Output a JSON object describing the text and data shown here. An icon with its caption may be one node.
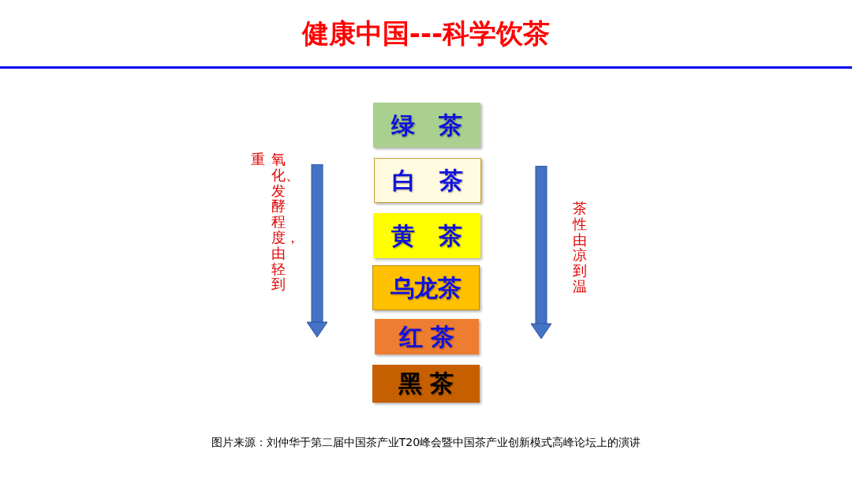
{
  "diagram": {
    "title": "健康中国---科学饮茶",
    "caption": "图片来源：刘仲华于第二届中国茶产业T20峰会暨中国茶产业创新模式高峰论坛上的演讲",
    "nodes": [
      {
        "text": [
          "绿　茶"
        ]
      },
      {
        "text": [
          "白　茶"
        ]
      },
      {
        "text": [
          "黄　茶"
        ]
      },
      {
        "text": [
          "乌龙茶"
        ]
      },
      {
        "text": [
          "红 茶"
        ]
      },
      {
        "text": [
          "黑 茶"
        ]
      }
    ],
    "labels": [
      "氧化、发酵程度，由轻到",
      "重",
      "茶性由凉到温"
    ]
  }
}
